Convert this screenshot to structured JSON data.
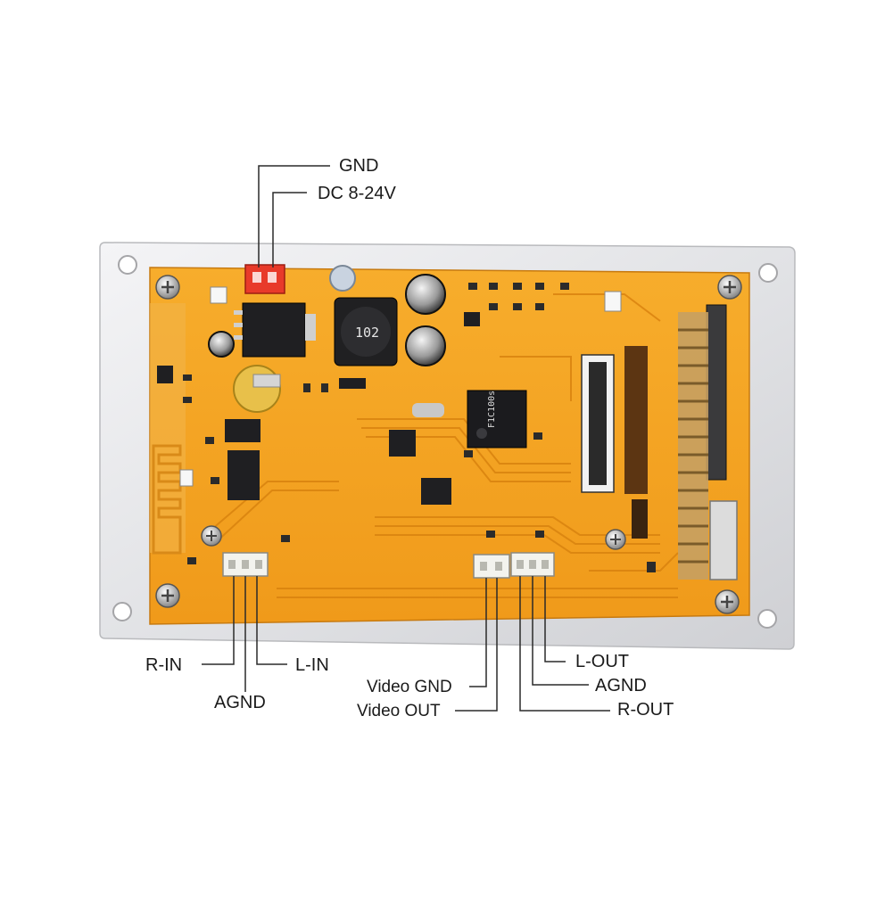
{
  "labels": {
    "gnd": "GND",
    "dc": "DC  8-24V",
    "r_in": "R-IN",
    "l_in": "L-IN",
    "agnd_in": "AGND",
    "video_gnd": "Video GND",
    "video_out": "Video OUT",
    "l_out": "L-OUT",
    "agnd_out": "AGND",
    "r_out": "R-OUT"
  },
  "chips": {
    "main": "F1C100s",
    "inductor": "102"
  },
  "colors": {
    "pcb": "#f5a623",
    "pcb_trace": "#e08a10",
    "plate": "#e8e8ea",
    "power_connector": "#e83a2a",
    "callout_line": "#2a2a2a"
  }
}
